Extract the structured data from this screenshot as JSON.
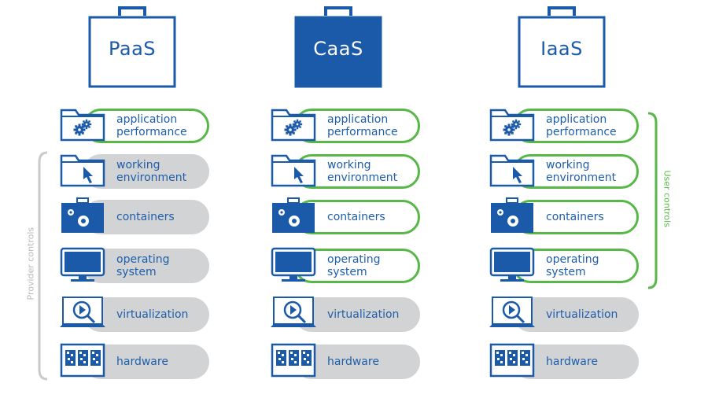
{
  "columns": [
    {
      "name": "PaaS",
      "highlighted": false
    },
    {
      "name": "CaaS",
      "highlighted": true
    },
    {
      "name": "IaaS",
      "highlighted": false
    }
  ],
  "layers": [
    {
      "label_line1": "application",
      "label_line2": "performance",
      "icon": "gears-folder-icon"
    },
    {
      "label_line1": "working",
      "label_line2": "environment",
      "icon": "cursor-folder-icon"
    },
    {
      "label_line1": "containers",
      "label_line2": "",
      "icon": "gear-container-icon"
    },
    {
      "label_line1": "operating",
      "label_line2": "system",
      "icon": "monitor-icon"
    },
    {
      "label_line1": "virtualization",
      "label_line2": "",
      "icon": "play-magnifier-icon"
    },
    {
      "label_line1": "hardware",
      "label_line2": "",
      "icon": "server-chips-icon"
    }
  ],
  "user_controlled_layers": {
    "PaaS": 1,
    "CaaS": 4,
    "IaaS": 4
  },
  "side_labels": {
    "provider": "Provider controls",
    "user": "User controls"
  },
  "colors": {
    "blue": "#1a5aa8",
    "green": "#58b847",
    "gray": "#d2d3d5"
  }
}
